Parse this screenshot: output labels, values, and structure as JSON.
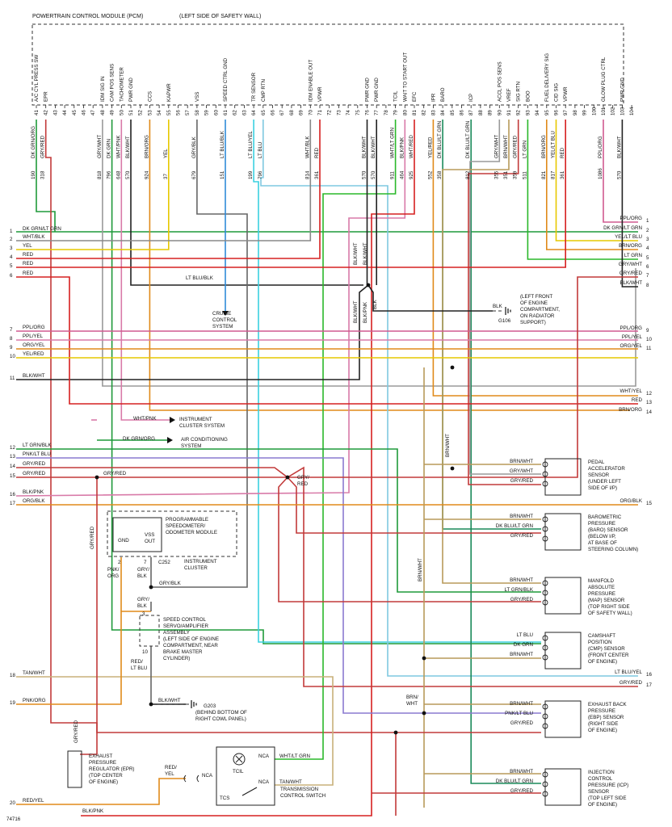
{
  "header": {
    "title": "POWERTRAIN CONTROL MODULE (PCM)",
    "subtitle": "(LEFT SIDE OF SAFETY WALL)"
  },
  "pcm_functions": [
    {
      "pin": "41",
      "name": "A/C CYL PRESS SW"
    },
    {
      "pin": "42",
      "name": "EPR"
    },
    {
      "pin": "43",
      "name": ""
    },
    {
      "pin": "44",
      "name": ""
    },
    {
      "pin": "45",
      "name": ""
    },
    {
      "pin": "46",
      "name": ""
    },
    {
      "pin": "47",
      "name": ""
    },
    {
      "pin": "48",
      "name": "IDM SIG IN"
    },
    {
      "pin": "49",
      "name": "CAM POS SENS"
    },
    {
      "pin": "50",
      "name": "TACHOMETER"
    },
    {
      "pin": "51",
      "name": "PWR GND"
    },
    {
      "pin": "52",
      "name": ""
    },
    {
      "pin": "53",
      "name": "CCS"
    },
    {
      "pin": "54",
      "name": ""
    },
    {
      "pin": "55",
      "name": "KAPWR"
    },
    {
      "pin": "56",
      "name": ""
    },
    {
      "pin": "57",
      "name": ""
    },
    {
      "pin": "58",
      "name": "VSS"
    },
    {
      "pin": "59",
      "name": ""
    },
    {
      "pin": "60",
      "name": ""
    },
    {
      "pin": "61",
      "name": "SPEED CTRL GND"
    },
    {
      "pin": "62",
      "name": ""
    },
    {
      "pin": "63",
      "name": ""
    },
    {
      "pin": "64",
      "name": "TR SENSOR"
    },
    {
      "pin": "65",
      "name": "CMP RTN"
    },
    {
      "pin": "66",
      "name": ""
    },
    {
      "pin": "67",
      "name": ""
    },
    {
      "pin": "68",
      "name": ""
    },
    {
      "pin": "69",
      "name": ""
    },
    {
      "pin": "70",
      "name": "IDM ENABLE OUT"
    },
    {
      "pin": "71",
      "name": "VPWR"
    },
    {
      "pin": "72",
      "name": ""
    },
    {
      "pin": "73",
      "name": ""
    },
    {
      "pin": "74",
      "name": ""
    },
    {
      "pin": "75",
      "name": ""
    },
    {
      "pin": "76",
      "name": "PWR GND"
    },
    {
      "pin": "77",
      "name": "PWR GND"
    },
    {
      "pin": "78",
      "name": ""
    },
    {
      "pin": "79",
      "name": "TCIL"
    },
    {
      "pin": "80",
      "name": "WAIT TO START OUT"
    },
    {
      "pin": "81",
      "name": "EFC"
    },
    {
      "pin": "82",
      "name": ""
    },
    {
      "pin": "83",
      "name": "IPR"
    },
    {
      "pin": "84",
      "name": "BARO"
    },
    {
      "pin": "85",
      "name": ""
    },
    {
      "pin": "86",
      "name": ""
    },
    {
      "pin": "87",
      "name": "ICP"
    },
    {
      "pin": "88",
      "name": ""
    },
    {
      "pin": "89",
      "name": ""
    },
    {
      "pin": "90",
      "name": "ACCL POS SENS"
    },
    {
      "pin": "91",
      "name": "VREF"
    },
    {
      "pin": "92",
      "name": "SIG RTN"
    },
    {
      "pin": "93",
      "name": "BOO"
    },
    {
      "pin": "94",
      "name": ""
    },
    {
      "pin": "95",
      "name": "FUEL DELIVERY SIG"
    },
    {
      "pin": "96",
      "name": "CID SIG"
    },
    {
      "pin": "97",
      "name": "VPWR"
    },
    {
      "pin": "98",
      "name": ""
    },
    {
      "pin": "99",
      "name": ""
    },
    {
      "pin": "100",
      "name": ""
    },
    {
      "pin": "101",
      "name": "GLOW PLUG CTRL"
    },
    {
      "pin": "102",
      "name": ""
    },
    {
      "pin": "103",
      "name": "PWR GND"
    },
    {
      "pin": "104",
      "name": ""
    }
  ],
  "pin_wires": [
    {
      "pin": "41",
      "color": "DK GRN/ORG",
      "circuit": "190",
      "hex": "#5a8a1e"
    },
    {
      "pin": "42",
      "color": "GRY/RED",
      "circuit": "318",
      "hex": "#c23a3a"
    },
    {
      "pin": "48",
      "color": "GRY/WHT",
      "circuit": "818",
      "hex": "#9a9a9a"
    },
    {
      "pin": "49",
      "color": "DK GRN",
      "circuit": "796",
      "hex": "#1f9a3a"
    },
    {
      "pin": "50",
      "color": "WHT/PNK",
      "circuit": "648",
      "hex": "#d87aa8"
    },
    {
      "pin": "51",
      "color": "BLK/WHT",
      "circuit": "570",
      "hex": "#222222"
    },
    {
      "pin": "53",
      "color": "BRN/ORG",
      "circuit": "924",
      "hex": "#e08a1a"
    },
    {
      "pin": "55",
      "color": "YEL",
      "circuit": "37",
      "hex": "#e6c800"
    },
    {
      "pin": "58",
      "color": "GRY/BLK",
      "circuit": "679",
      "hex": "#666666"
    },
    {
      "pin": "61",
      "color": "LT BLU/BLK",
      "circuit": "151",
      "hex": "#2e8ad8"
    },
    {
      "pin": "64",
      "color": "LT BLU/YEL",
      "circuit": "199",
      "hex": "#7ec8e0"
    },
    {
      "pin": "65",
      "color": "LT BLU",
      "circuit": "796",
      "hex": "#3ad0e0"
    },
    {
      "pin": "70",
      "color": "WHT/BLK",
      "circuit": "814",
      "hex": "#888888"
    },
    {
      "pin": "71",
      "color": "RED",
      "circuit": "361",
      "hex": "#d62020"
    },
    {
      "pin": "76",
      "color": "BLK/WHT",
      "circuit": "570",
      "hex": "#222222"
    },
    {
      "pin": "77",
      "color": "BLK/WHT",
      "circuit": "570",
      "hex": "#222222"
    },
    {
      "pin": "79",
      "color": "WHT/LT GRN",
      "circuit": "911",
      "hex": "#5ad05a"
    },
    {
      "pin": "80",
      "color": "BLK/PNK",
      "circuit": "464",
      "hex": "#c01a3a"
    },
    {
      "pin": "81",
      "color": "WHT/RED",
      "circuit": "925",
      "hex": "#d83a2a"
    },
    {
      "pin": "83",
      "color": "YEL/RED",
      "circuit": "552",
      "hex": "#e8a020"
    },
    {
      "pin": "84",
      "color": "DK BLU/LT GRN",
      "circuit": "358",
      "hex": "#1a8a5a"
    },
    {
      "pin": "87",
      "color": "DK BLU/LT GRN",
      "circuit": "812",
      "hex": "#1a8a5a"
    },
    {
      "pin": "90",
      "color": "GRY/WHT",
      "circuit": "355",
      "hex": "#9a9a9a"
    },
    {
      "pin": "91",
      "color": "BRN/WHT",
      "circuit": "351",
      "hex": "#b89a5a"
    },
    {
      "pin": "92",
      "color": "GRY/RED",
      "circuit": "359",
      "hex": "#c23a3a"
    },
    {
      "pin": "93",
      "color": "LT GRN",
      "circuit": "511",
      "hex": "#2ab82a"
    },
    {
      "pin": "95",
      "color": "BRN/ORG",
      "circuit": "821",
      "hex": "#e08a1a"
    },
    {
      "pin": "96",
      "color": "YEL/LT BLU",
      "circuit": "817",
      "hex": "#c8d040"
    },
    {
      "pin": "97",
      "color": "RED",
      "circuit": "361",
      "hex": "#d62020"
    },
    {
      "pin": "101",
      "color": "PPL/ORG",
      "circuit": "1086",
      "hex": "#d05a90"
    },
    {
      "pin": "103",
      "color": "BLK/WHT",
      "circuit": "570",
      "hex": "#222222"
    }
  ],
  "left_connectors": [
    {
      "num": "1",
      "label": "DK GRN/LT GRN"
    },
    {
      "num": "2",
      "label": "WHT/BLK"
    },
    {
      "num": "3",
      "label": "YEL"
    },
    {
      "num": "4",
      "label": "RED"
    },
    {
      "num": "5",
      "label": "RED"
    },
    {
      "num": "6",
      "label": "RED"
    },
    {
      "num": "7",
      "label": "PPL/ORG"
    },
    {
      "num": "8",
      "label": "PPL/YEL"
    },
    {
      "num": "9",
      "label": "ORG/YEL"
    },
    {
      "num": "10",
      "label": "YEL/RED"
    },
    {
      "num": "11",
      "label": "BLK/WHT"
    },
    {
      "num": "12",
      "label": "LT GRN/BLK"
    },
    {
      "num": "13",
      "label": "PNK/LT BLU"
    },
    {
      "num": "14",
      "label": "GRY/RED"
    },
    {
      "num": "15",
      "label": "GRY/RED"
    },
    {
      "num": "16",
      "label": "BLK/PNK"
    },
    {
      "num": "17",
      "label": "ORG/BLK"
    },
    {
      "num": "18",
      "label": "TAN/WHT"
    },
    {
      "num": "19",
      "label": "PNK/ORG"
    },
    {
      "num": "20",
      "label": "RED/YEL"
    }
  ],
  "right_connectors": [
    {
      "num": "1",
      "label": "PPL/ORG"
    },
    {
      "num": "2",
      "label": "DK GRN/LT GRN"
    },
    {
      "num": "3",
      "label": "YEL/LT BLU"
    },
    {
      "num": "4",
      "label": "BRN/ORG"
    },
    {
      "num": "5",
      "label": "LT GRN"
    },
    {
      "num": "6",
      "label": "GRY/WHT"
    },
    {
      "num": "7",
      "label": "GRY/RED"
    },
    {
      "num": "8",
      "label": "BLK/WHT"
    },
    {
      "num": "9",
      "label": "PPL/ORG"
    },
    {
      "num": "10",
      "label": "PPL/YEL"
    },
    {
      "num": "11",
      "label": "ORG/YEL"
    },
    {
      "num": "12",
      "label": "WHT/YEL"
    },
    {
      "num": "13",
      "label": "RED"
    },
    {
      "num": "14",
      "label": "BRN/ORG"
    },
    {
      "num": "15",
      "label": "ORG/BLK"
    },
    {
      "num": "16",
      "label": "LT BLU/YEL"
    },
    {
      "num": "17",
      "label": "GRY/RED"
    }
  ],
  "labels": {
    "cruise": [
      "CRUISE",
      "CONTROL",
      "SYSTEM"
    ],
    "lt_blu_blk": "LT BLU/BLK",
    "instrument_cluster_system": [
      "INSTRUMENT",
      "CLUSTER SYSTEM"
    ],
    "wht_pnk": "WHT/PNK",
    "air_conditioning": [
      "AIR CONDITIONING",
      "SYSTEM"
    ],
    "dk_grn_org": "DK GRN/ORG",
    "g106_note": [
      "(LEFT FRONT",
      "OF ENGINE",
      "COMPARTMENT,",
      "ON RADIATOR",
      "SUPPORT)"
    ],
    "g106": "G106",
    "blk": "BLK",
    "blk_wht_v1": "BLK/WHT",
    "blk_wht_v2": "BLK/WHT",
    "blk_wht_v3": "BLK/WHT",
    "blk_pnk_v": "BLK/PNK",
    "blk_v": "BLK",
    "brn_wht_v1": "BRN/WHT",
    "brn_wht_v2": "BRN/WHT",
    "gry_red_v": "GRY/RED",
    "gry_red_splice": [
      "GRY/",
      "RED"
    ],
    "gry_red_15": "GRY/RED",
    "speedometer": [
      "PROGRAMMABLE",
      "SPEEDOMETER/",
      "ODOMETER MODULE"
    ],
    "gnd": "GND",
    "vss_out": [
      "VSS",
      "OUT"
    ],
    "instrument_cluster": [
      "INSTRUMENT",
      "CLUSTER"
    ],
    "c252": "C252",
    "pin2": "2",
    "pin7": "7",
    "pnk_org": [
      "PNK/",
      "ORG"
    ],
    "gry_blk_pin": [
      "GRY/",
      "BLK"
    ],
    "gry_blk_h": "GRY/BLK",
    "gry_blk_v": [
      "GRY/",
      "BLK"
    ],
    "pin3": "3",
    "pin10": "10",
    "speed_control": [
      "SPEED CONTROL",
      "SERVO/AMPLIFIER",
      "ASSEMBLY",
      "(LEFT SIDE OF ENGINE",
      "COMPARTMENT, NEAR",
      "BRAKE MASTER",
      "CYLINDER)"
    ],
    "red_lt_blu": [
      "RED/",
      "LT BLU"
    ],
    "blk_wht_g203": "BLK/WHT",
    "g203": "G203",
    "g203_note": [
      "(BEHIND BOTTOM OF",
      "RIGHT COWL PANEL)"
    ],
    "brn_wht_low": [
      "BRN/",
      "WHT"
    ],
    "epr": [
      "EXHAUST",
      "PRESSURE",
      "REGULATOR (EPR)",
      "(TOP CENTER",
      "OF ENGINE)"
    ],
    "red_yel": [
      "RED/",
      "YEL"
    ],
    "nca": "NCA",
    "nca2": "NCA",
    "nca3": "NCA",
    "tcil": "TCIL",
    "tcs": "TCS",
    "wht_lt_grn": "WHT/LT GRN",
    "tan_wht": "TAN/WHT",
    "transmission": [
      "TRANSMISSION",
      "CONTROL SWITCH"
    ],
    "blk_pnk_bottom": "BLK/PNK",
    "fig_id": "74716"
  },
  "sensors": [
    {
      "name": [
        "PEDAL",
        "ACCELERATOR",
        "SENSOR",
        "(UNDER LEFT",
        "SIDE OF I/P)"
      ],
      "wires": [
        "BRN/WHT",
        "GRY/WHT",
        "GRY/RED"
      ]
    },
    {
      "name": [
        "BAROMETRIC",
        "PRESSURE",
        "(BARO) SENSOR",
        "(BELOW I/P,",
        "AT BASE OF",
        "STEERING COLUMN)"
      ],
      "wires": [
        "BRN/WHT",
        "DK BLU/LT GRN",
        "GRY/RED"
      ]
    },
    {
      "name": [
        "MANIFOLD",
        "ABSOLUTE",
        "PRESSURE",
        "(MAP) SENSOR",
        "(TOP RIGHT SIDE",
        "OF SAFETY WALL)"
      ],
      "wires": [
        "BRN/WHT",
        "LT GRN/BLK",
        "GRY/RED"
      ]
    },
    {
      "name": [
        "CAMSHAFT",
        "POSITION",
        "(CMP) SENSOR",
        "(FRONT CENTER",
        "OF ENGINE)"
      ],
      "wires": [
        "LT BLU",
        "DK GRN",
        "BRN/WHT"
      ]
    },
    {
      "name": [
        "EXHAUST BACK",
        "PRESSURE",
        "(EBP) SENSOR",
        "(RIGHT SIDE",
        "OF ENGINE)"
      ],
      "wires": [
        "BRN/WHT",
        "PNK/LT BLU",
        "GRY/RED"
      ]
    },
    {
      "name": [
        "INJECTION",
        "CONTROL",
        "PRESSURE (ICP)",
        "SENSOR",
        "(TOP LEFT SIDE",
        "OF ENGINE)"
      ],
      "wires": [
        "BRN/WHT",
        "DK BLU/LT GRN",
        "GRY/RED"
      ]
    }
  ]
}
